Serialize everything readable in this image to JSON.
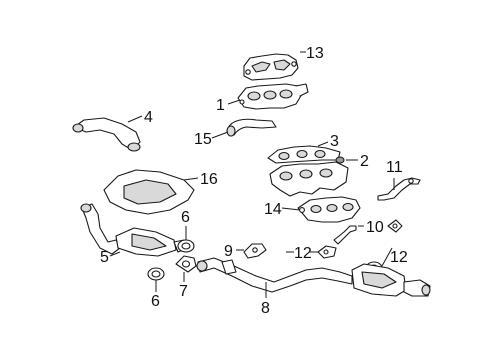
{
  "callouts": {
    "c1": "1",
    "c2": "2",
    "c3": "3",
    "c4": "4",
    "c5": "5",
    "c6a": "6",
    "c6b": "6",
    "c7": "7",
    "c8": "8",
    "c9": "9",
    "c10": "10",
    "c11": "11",
    "c12a": "12",
    "c12b": "12",
    "c13": "13",
    "c14": "14",
    "c15": "15",
    "c16": "16"
  }
}
